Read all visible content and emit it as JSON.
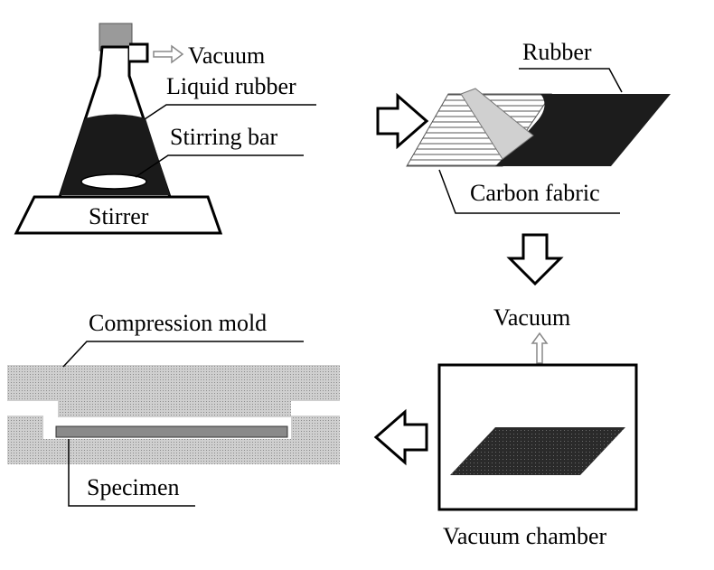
{
  "flask": {
    "vacuum_label": "Vacuum",
    "liquid_label": "Liquid rubber",
    "stirring_bar_label": "Stirring bar",
    "stirrer_label": "Stirrer"
  },
  "sheet": {
    "rubber_label": "Rubber",
    "fabric_label": "Carbon fabric"
  },
  "chamber": {
    "vacuum_label": "Vacuum",
    "chamber_label": "Vacuum chamber"
  },
  "mold": {
    "mold_label": "Compression mold",
    "specimen_label": "Specimen"
  },
  "colors": {
    "ink": "#000000",
    "liquid": "#1a1a1a",
    "mold": "#c4c4c4",
    "specimen": "#8a8a8a",
    "rubber_blade": "#d0d0d0"
  }
}
